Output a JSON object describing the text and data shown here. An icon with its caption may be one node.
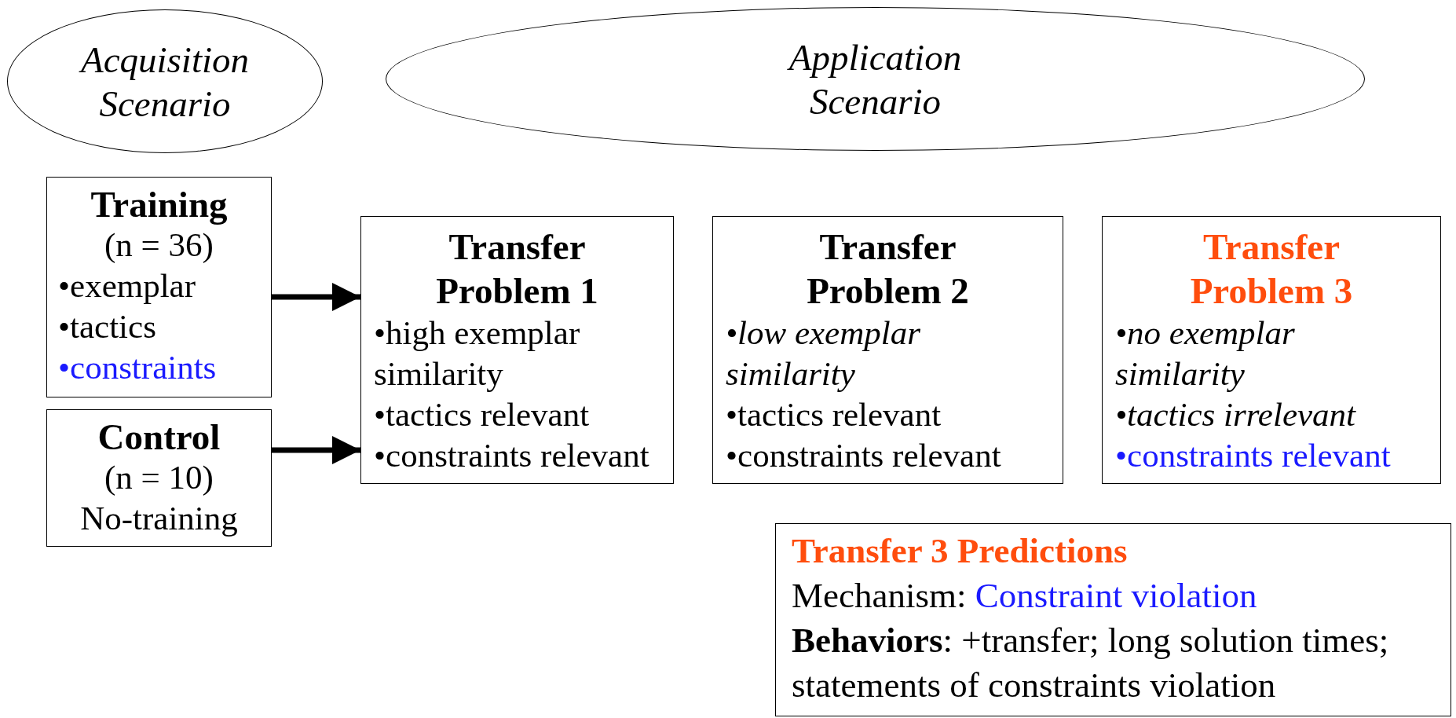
{
  "diagram": {
    "nodes": [
      {
        "text": [
          "Acquisition Scenario"
        ]
      },
      {
        "text": [
          "Application Scenario"
        ]
      },
      {
        "text": [
          "Training",
          "(n = 36)",
          "•exemplar",
          "•tactics",
          "•constraints"
        ]
      },
      {
        "text": [
          "Control",
          "(n = 10)",
          "No-training"
        ]
      },
      {
        "text": [
          "Transfer Problem 1",
          "•high exemplar similarity",
          "•tactics relevant",
          "•constraints relevant"
        ]
      },
      {
        "text": [
          "Transfer Problem 2",
          "•low exemplar similarity",
          "•tactics relevant",
          "•constraints relevant"
        ]
      },
      {
        "text": [
          "Transfer Problem 3",
          "•no exemplar similarity",
          "•tactics irrelevant",
          "•constraints relevant"
        ]
      },
      {
        "text": [
          "Transfer 3 Predictions",
          "Mechanism:",
          "Constraint violation",
          "**Behaviors**: +transfer; long solution times; statements of constraints violation"
        ]
      }
    ],
    "edges": [
      {
        "from": 2,
        "to": 4,
        "arrow": "to"
      },
      {
        "from": 3,
        "to": 4,
        "arrow": "to"
      }
    ]
  }
}
